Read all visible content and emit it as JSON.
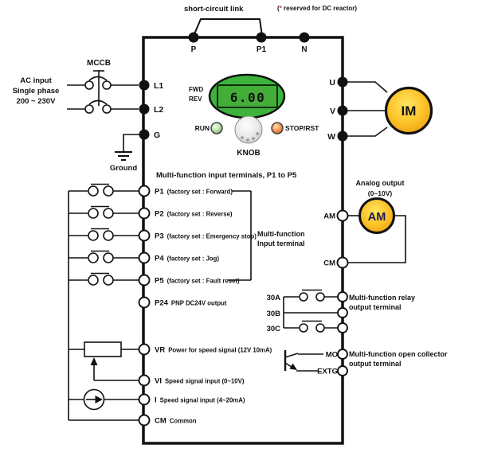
{
  "top": {
    "link_label": "short-circuit link",
    "link_note": "(* reserved for DC reactor)",
    "link_note_parts": {
      "open": "(",
      "star": "*",
      "rest": " reserved for DC reactor)"
    },
    "terminals": [
      "P",
      "P1",
      "N"
    ]
  },
  "ac": {
    "mccb_label": "MCCB",
    "input_lines": [
      "AC input",
      "Single phase",
      "200 ~ 230V"
    ],
    "terminals": [
      "L1",
      "L2",
      "G"
    ],
    "ground_label": "Ground"
  },
  "panel": {
    "fwd": "FWD",
    "rev": "REV",
    "display_value": "6.00",
    "run_label": "RUN",
    "stop_label": "STOP/RST",
    "knob_label": "KNOB"
  },
  "inputs": {
    "title": "Multi-function input terminals, P1 to P5",
    "rows": [
      {
        "name": "P1",
        "desc": "(factory set : Forward)"
      },
      {
        "name": "P2",
        "desc": "(factory set : Reverse)"
      },
      {
        "name": "P3",
        "desc": "(factory set : Emergency stop)"
      },
      {
        "name": "P4",
        "desc": "(factory set : Jog)"
      },
      {
        "name": "P5",
        "desc": "(factory set : Fault reset)"
      }
    ],
    "bracket_label": [
      "Multi-function",
      "Input terminal"
    ],
    "p24": {
      "name": "P24",
      "desc": "PNP DC24V output"
    }
  },
  "analog_in": {
    "rows": [
      {
        "name": "VR",
        "desc": "Power for speed signal  (12V 10mA)"
      },
      {
        "name": "VI",
        "desc": "Speed signal input (0~10V)"
      },
      {
        "name": "I",
        "desc": "Speed signal input (4~20mA)"
      },
      {
        "name": "CM",
        "desc": "Common"
      }
    ]
  },
  "motor": {
    "terminals": [
      "U",
      "V",
      "W"
    ],
    "label": "IM"
  },
  "analog_out": {
    "title_line1": "Analog output",
    "title_line2": "(0~10V)",
    "terminal": "AM",
    "meter_label": "AM",
    "common": "CM"
  },
  "relay": {
    "terminals": [
      "30A",
      "30B",
      "30C"
    ],
    "label_line1": "Multi-function relay",
    "label_line2": "output terminal"
  },
  "open_collector": {
    "terminals": [
      "MO",
      "EXTG"
    ],
    "label_line1": "Multi-function open collector",
    "label_line2": "output terminal"
  },
  "colors": {
    "display_green": "#3cb43c",
    "display_inner_green": "#44ad38",
    "display_digit_red": "#a53b10",
    "motor_gold": "#fdc32a",
    "run_led_green": "#8fc878",
    "stop_led_orange": "#e8702f",
    "asterisk_red": "#e03131",
    "wire_black": "#111111"
  }
}
